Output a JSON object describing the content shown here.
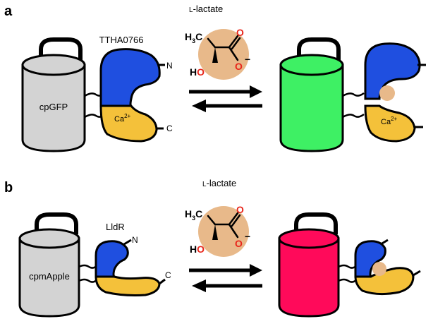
{
  "colors": {
    "background": "#ffffff",
    "outline": "#000000",
    "barrel_unbound": "#d3d3d3",
    "barrel_green_bound": "#3ef064",
    "barrel_red_bound": "#ff0a5a",
    "domain_blue": "#1f4fe0",
    "domain_yellow": "#f4c13a",
    "lactate_circle": "#e8b98a",
    "oxygen_red": "#e8261b"
  },
  "panel_a": {
    "letter": "a",
    "sensor_domain": "TTHA0766",
    "fluorescent_protein": "cpGFP",
    "n_terminus": "N",
    "c_terminus": "C",
    "ion_unbound": "Ca",
    "ion_unbound_charge": "2+",
    "ion_bound": "Ca",
    "ion_bound_charge": "2+",
    "ligand_prefix": "L",
    "ligand_rest": "-lactate"
  },
  "panel_b": {
    "letter": "b",
    "sensor_domain": "LldR",
    "fluorescent_protein": "cpmApple",
    "n_terminus": "N",
    "c_terminus": "C",
    "ligand_prefix": "L",
    "ligand_rest": "-lactate"
  },
  "molecule": {
    "methyl_h": "H",
    "methyl_sub": "3",
    "methyl_c": "C",
    "hydroxyl_h": "H",
    "hydroxyl_o": "O",
    "carbonyl_o": "O",
    "carboxylate_o": "O",
    "charge": "−"
  },
  "icons": [
    "equilibrium-arrows-icon",
    "lactate-structure-icon",
    "handle-icon"
  ]
}
